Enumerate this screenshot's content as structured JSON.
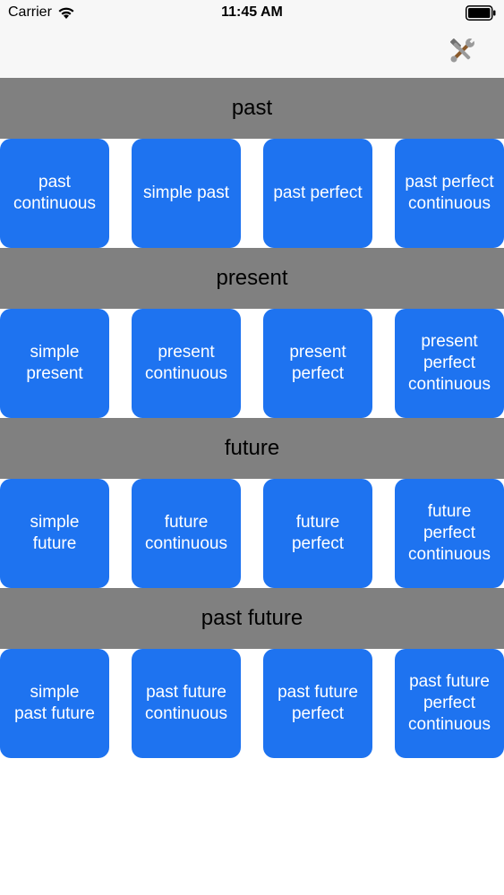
{
  "status_bar": {
    "carrier": "Carrier",
    "time": "11:45 AM"
  },
  "nav_bar": {
    "tools_icon": "tools-icon"
  },
  "colors": {
    "tile": "#1e73f0",
    "header": "#808080",
    "bar": "#f7f7f7"
  },
  "sections": [
    {
      "title": "past",
      "tiles": [
        "past\ncontinuous",
        "simple past",
        "past perfect",
        "past perfect\ncontinuous"
      ]
    },
    {
      "title": "present",
      "tiles": [
        "simple\npresent",
        "present\ncontinuous",
        "present\nperfect",
        "present\nperfect\ncontinuous"
      ]
    },
    {
      "title": "future",
      "tiles": [
        "simple\nfuture",
        "future\ncontinuous",
        "future\nperfect",
        "future\nperfect\ncontinuous"
      ]
    },
    {
      "title": "past future",
      "tiles": [
        "simple\npast future",
        "past future\ncontinuous",
        "past future\nperfect",
        "past future\nperfect\ncontinuous"
      ]
    }
  ]
}
